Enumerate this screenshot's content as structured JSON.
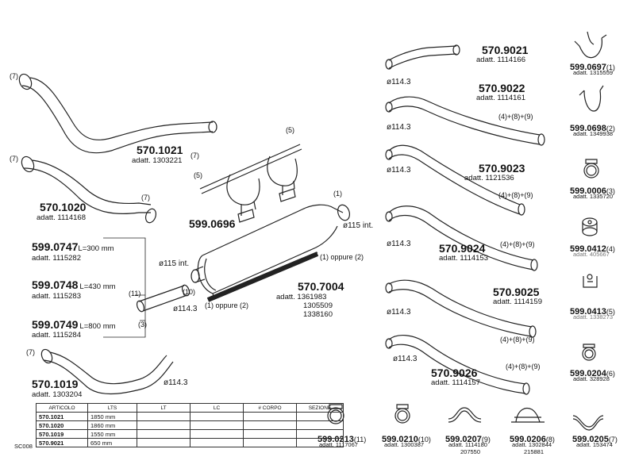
{
  "pipes": {
    "p1021": {
      "code": "570.1021",
      "adatt": "adatt. 1303221",
      "ref_a": "(7)",
      "ref_b": "(7)"
    },
    "p1020": {
      "code": "570.1020",
      "adatt": "adatt. 1114168",
      "ref_a": "(7)",
      "ref_b": "(7)"
    },
    "p1019": {
      "code": "570.1019",
      "adatt": "adatt. 1303204",
      "ref_a": "(7)",
      "dia": "ø114.3"
    },
    "p0747": {
      "code": "599.0747",
      "len": "L=300 mm",
      "adatt": "adatt. 1115282"
    },
    "p0748": {
      "code": "599.0748",
      "len": "L=430 mm",
      "adatt": "adatt. 1115283"
    },
    "p0749": {
      "code": "599.0749",
      "len": "L=800 mm",
      "adatt": "adatt. 1115284"
    },
    "refs_mid": {
      "r11": "(11)",
      "r10": "(10)",
      "r3": "(3)",
      "dia": "ø114.3"
    },
    "p9021": {
      "code": "570.9021",
      "adatt": "adatt. 1114166",
      "dia": "ø114.3"
    },
    "p9022": {
      "code": "570.9022",
      "adatt": "adatt. 1114161",
      "dia": "ø114.3",
      "refs": "(4)+(8)+(9)"
    },
    "p9023": {
      "code": "570.9023",
      "adatt": "adatt. 1121536",
      "dia": "ø114.3",
      "refs": "(4)+(8)+(9)"
    },
    "p9024": {
      "code": "570.9024",
      "adatt": "adatt. 1114153",
      "dia": "ø114.3",
      "refs": "(4)+(8)+(9)"
    },
    "p9025": {
      "code": "570.9025",
      "adatt": "adatt. 1114159",
      "dia": "ø114.3",
      "refs": "(4)+(8)+(9)"
    },
    "p9026": {
      "code": "570.9026",
      "adatt": "adatt. 1114157",
      "dia": "ø114.3",
      "refs": "(4)+(8)+(9)"
    }
  },
  "bracket": {
    "code": "599.0696",
    "ref_top": "(5)",
    "ref_left": "(5)"
  },
  "muffler": {
    "code": "570.7004",
    "adatt": "adatt. 1361983",
    "adatt2": "1305509",
    "adatt3": "1338160",
    "ref1": "(1)",
    "in_right": "ø115  int.",
    "in_left": "ø115  int.",
    "oppure_right": "(1) oppure (2)",
    "oppure_bottom": "(1) oppure (2)"
  },
  "side_parts": [
    {
      "code": "599.0697",
      "ref": "(1)",
      "adatt": "adatt. 1315559"
    },
    {
      "code": "599.0698",
      "ref": "(2)",
      "adatt": "adatt. 1349938"
    },
    {
      "code": "599.0006",
      "ref": "(3)",
      "adatt": "adatt. 1335720"
    },
    {
      "code": "599.0412",
      "ref": "(4)",
      "adatt": "adatt. 405667"
    },
    {
      "code": "599.0413",
      "ref": "(5)",
      "adatt": "adatt. 1338273"
    },
    {
      "code": "599.0204",
      "ref": "(6)",
      "adatt": "adatt. 328928"
    }
  ],
  "bottom_parts": [
    {
      "code": "599.0213",
      "ref": "(11)",
      "adatt": "adatt. 1117067",
      "adatt2": ""
    },
    {
      "code": "599.0210",
      "ref": "(10)",
      "adatt": "adatt. 1300387",
      "adatt2": ""
    },
    {
      "code": "599.0207",
      "ref": "(9)",
      "adatt": "adatt. 1114180",
      "adatt2": "207550"
    },
    {
      "code": "599.0206",
      "ref": "(8)",
      "adatt": "adatt. 1302844",
      "adatt2": "215881"
    },
    {
      "code": "599.0205",
      "ref": "(7)",
      "adatt": "adatt. 153474",
      "adatt2": ""
    }
  ],
  "table": {
    "side_code": "SC008",
    "headers": [
      "ARTICOLO",
      "LTS",
      "LT",
      "LC",
      "# CORPO",
      "SEZIONE"
    ],
    "rows": [
      [
        "570.1021",
        "1850 mm",
        "",
        "",
        "",
        ""
      ],
      [
        "570.1020",
        "1860 mm",
        "",
        "",
        "",
        ""
      ],
      [
        "570.1019",
        "1550 mm",
        "",
        "",
        "",
        ""
      ],
      [
        "570.9021",
        "650 mm",
        "",
        "",
        "",
        ""
      ]
    ]
  }
}
